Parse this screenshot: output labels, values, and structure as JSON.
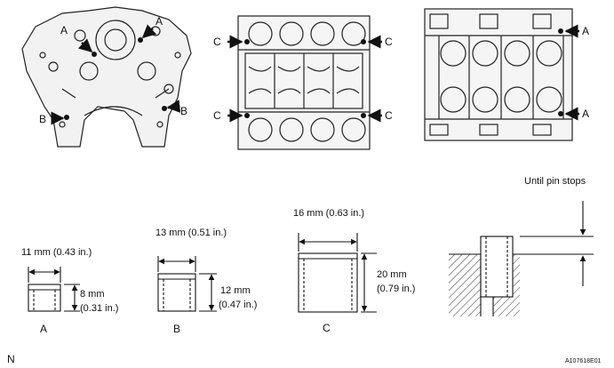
{
  "views": {
    "front": {
      "labels": [
        "A",
        "A",
        "B",
        "B"
      ]
    },
    "top": {
      "labels": [
        "C",
        "C",
        "C",
        "C"
      ]
    },
    "bottom": {
      "labels": [
        "A",
        "A"
      ]
    }
  },
  "pins": [
    {
      "label": "A",
      "length": "11 mm (0.43 in.)",
      "height_line1": "8 mm",
      "height_line2": "(0.31 in.)"
    },
    {
      "label": "B",
      "length": "13 mm (0.51 in.)",
      "height_line1": "12 mm",
      "height_line2": "(0.47 in.)"
    },
    {
      "label": "C",
      "length": "16 mm (0.63 in.)",
      "height_line1": "20 mm",
      "height_line2": "(0.79 in.)"
    }
  ],
  "install_note": "Until pin stops",
  "corner_mark": "N",
  "figure_id": "A107618E01"
}
